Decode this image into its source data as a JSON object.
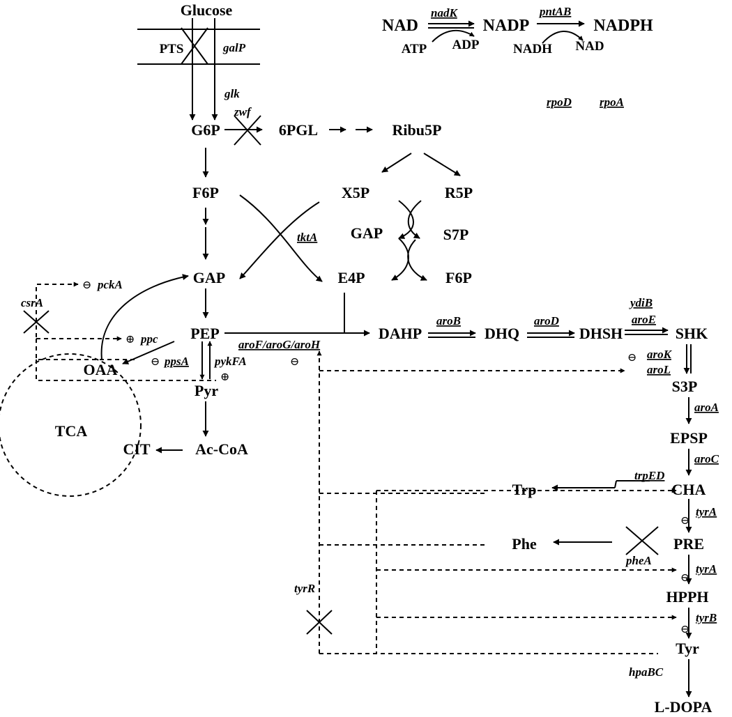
{
  "metabolites": {
    "glucose": "Glucose",
    "g6p": "G6P",
    "pgl": "6PGL",
    "ribu5p": "Ribu5P",
    "f6p": "F6P",
    "x5p": "X5P",
    "r5p": "R5P",
    "gap_ppp": "GAP",
    "s7p": "S7P",
    "f6p_ppp": "F6P",
    "gap": "GAP",
    "e4p": "E4P",
    "pep": "PEP",
    "oaa": "OAA",
    "pyr": "Pyr",
    "acoa": "Ac-CoA",
    "cit": "CIT",
    "tca": "TCA",
    "dahp": "DAHP",
    "dhq": "DHQ",
    "dhsh": "DHSH",
    "shk": "SHK",
    "s3p": "S3P",
    "epsp": "EPSP",
    "cha": "CHA",
    "trp": "Trp",
    "pre": "PRE",
    "phe": "Phe",
    "hpph": "HPPH",
    "tyr": "Tyr",
    "ldopa": "L-DOPA",
    "pts": "PTS",
    "nad": "NAD",
    "nadp": "NADP",
    "nadph": "NADPH",
    "atp": "ATP",
    "adp": "ADP",
    "nadh": "NADH",
    "nad2": "NAD"
  },
  "genes": {
    "galP": "galP",
    "glk": "glk",
    "zwf": "zwf",
    "nadK": "nadK",
    "pntAB": "pntAB",
    "rpoD": "rpoD",
    "rpoA": "rpoA",
    "tktA": "tktA",
    "pckA": "pckA",
    "csrA": "csrA",
    "ppc": "ppc",
    "ppsA": "ppsA",
    "pykFA": "pykFA",
    "aroFGH": "aroF/aroG/aroH",
    "aroB": "aroB",
    "aroD": "aroD",
    "ydiB": "ydiB",
    "aroE": "aroE",
    "aroK": "aroK",
    "aroL": "aroL",
    "aroA": "aroA",
    "aroC": "aroC",
    "trpED": "trpED",
    "tyrA1": "tyrA",
    "pheA": "pheA",
    "tyrA2": "tyrA",
    "tyrB": "tyrB",
    "tyrR": "tyrR",
    "hpaBC": "hpaBC"
  },
  "symbols": {
    "minus": "⊖",
    "plus": "⊕"
  }
}
